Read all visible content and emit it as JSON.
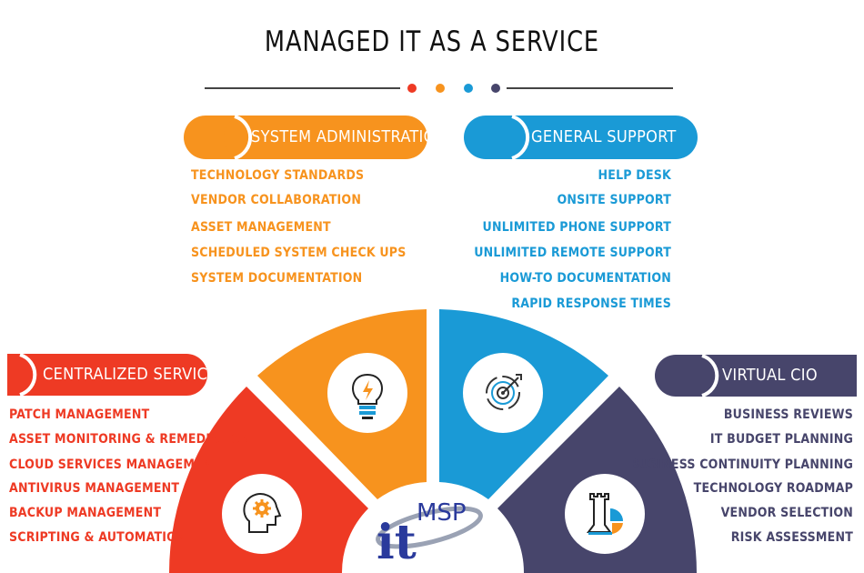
{
  "title": "MANAGED IT AS A SERVICE",
  "colors": {
    "orange": "#f7931e",
    "red": "#ee3a24",
    "blue": "#1a9ad6",
    "purple": "#47456b",
    "dark": "#333333"
  },
  "dots": [
    "#ee3a24",
    "#f7931e",
    "#1a9ad6",
    "#47456b"
  ],
  "sections": {
    "system_administration": {
      "label": "SYSTEM ADMINISTRATION",
      "items": [
        "TECHNOLOGY STANDARDS",
        "VENDOR COLLABORATION",
        "ASSET MANAGEMENT",
        "SCHEDULED SYSTEM CHECK UPS",
        "SYSTEM DOCUMENTATION"
      ],
      "icon": "lightbulb-icon"
    },
    "general_support": {
      "label": "GENERAL SUPPORT",
      "items": [
        "HELP DESK",
        "ONSITE SUPPORT",
        "UNLIMITED PHONE SUPPORT",
        "UNLIMITED REMOTE SUPPORT",
        "HOW-TO DOCUMENTATION",
        "RAPID RESPONSE TIMES"
      ],
      "icon": "target-icon"
    },
    "centralized_services": {
      "label": "CENTRALIZED SERVICES",
      "items": [
        "PATCH MANAGEMENT",
        "ASSET MONITORING & REMEDIATION",
        "CLOUD SERVICES MANAGEMENT",
        "ANTIVIRUS MANAGEMENT",
        "BACKUP MANAGEMENT",
        "SCRIPTING & AUTOMATION"
      ],
      "icon": "head-gear-icon"
    },
    "virtual_cio": {
      "label": "VIRTUAL CIO",
      "items": [
        "BUSINESS REVIEWS",
        "IT BUDGET PLANNING",
        "BUSINESS CONTINUITY PLANNING",
        "TECHNOLOGY ROADMAP",
        "VENDOR SELECTION",
        "RISK ASSESSMENT"
      ],
      "icon": "chess-rook-icon"
    }
  },
  "logo": {
    "it": "it",
    "msp": "MSP"
  }
}
